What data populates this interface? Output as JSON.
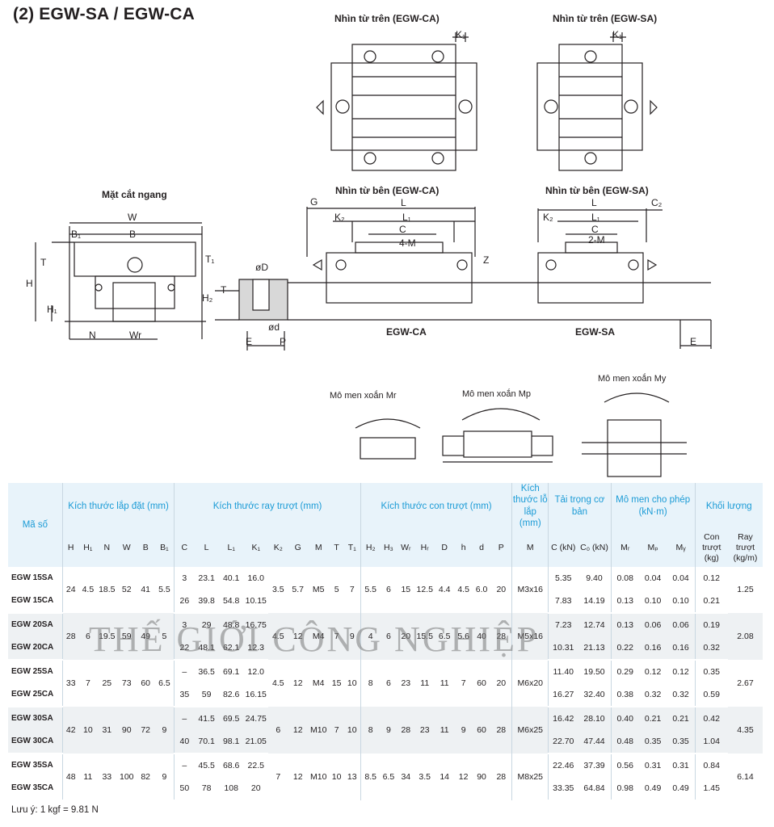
{
  "title": "(2) EGW-SA / EGW-CA",
  "views": {
    "top_ca": "Nhìn từ trên (EGW-CA)",
    "top_sa": "Nhìn từ trên (EGW-SA)",
    "side_ca": "Nhìn từ bên (EGW-CA)",
    "side_sa": "Nhìn từ bên (EGW-SA)",
    "cross": "Mặt cắt ngang",
    "label_ca": "EGW-CA",
    "label_sa": "EGW-SA"
  },
  "dim_labels": {
    "W": "W",
    "B1": "B₁",
    "B": "B",
    "T": "T",
    "T1": "T₁",
    "H": "H",
    "H1": "H₁",
    "N": "N",
    "Wr": "Wr",
    "K1": "K₁",
    "G": "G",
    "L": "L",
    "L1": "L₁",
    "K2": "K₂",
    "C": "C",
    "C2": "C₂",
    "4M": "4-M",
    "2M": "2-M",
    "Z": "Z",
    "D": "øD",
    "d": "ød",
    "H2": "H₂",
    "E": "E",
    "P": "P",
    "T_small": "T"
  },
  "moments": {
    "mr": "Mô men xoắn Mr",
    "mp": "Mô men xoắn Mp",
    "my": "Mô men xoắn My"
  },
  "table": {
    "header_model": "Mã số",
    "group_install": "Kích thước lắp đặt (mm)",
    "group_rail": "Kích thước ray trượt (mm)",
    "group_block": "Kích thước con trượt (mm)",
    "group_bolt": "Kích thước lỗ lắp (mm)",
    "group_load": "Tải trọng cơ bản",
    "group_moment": "Mô men cho phép (kN·m)",
    "group_weight": "Khối lượng",
    "sub": [
      "H",
      "H₁",
      "N",
      "W",
      "B",
      "B₁",
      "C",
      "L",
      "L₁",
      "K₁",
      "K₂",
      "G",
      "M",
      "T",
      "T₁",
      "H₂",
      "H₃",
      "Wᵣ",
      "Hᵣ",
      "D",
      "h",
      "d",
      "P",
      "M",
      "C (kN)",
      "C₀ (kN)",
      "Mᵣ",
      "Mₚ",
      "Mᵧ",
      "Con trượt (kg)",
      "Ray trượt (kg/m)"
    ],
    "rows": [
      {
        "model": "EGW 15SA",
        "C": "3",
        "L": "23.1",
        "L1": "40.1",
        "K1": "16.0",
        "Cdyn": "5.35",
        "C0": "9.40",
        "Mr": "0.08",
        "Mp": "0.04",
        "My": "0.04",
        "wblock": "0.12"
      },
      {
        "model": "EGW 15CA",
        "C": "26",
        "L": "39.8",
        "L1": "54.8",
        "K1": "10.15",
        "Cdyn": "7.83",
        "C0": "14.19",
        "Mr": "0.13",
        "Mp": "0.10",
        "My": "0.10",
        "wblock": "0.21"
      },
      {
        "model": "EGW 20SA",
        "C": "3",
        "L": "29",
        "L1": "48.8",
        "K1": "16.75",
        "Cdyn": "7.23",
        "C0": "12.74",
        "Mr": "0.13",
        "Mp": "0.06",
        "My": "0.06",
        "wblock": "0.19"
      },
      {
        "model": "EGW 20CA",
        "C": "22",
        "L": "48.1",
        "L1": "62.1",
        "K1": "12.3",
        "Cdyn": "10.31",
        "C0": "21.13",
        "Mr": "0.22",
        "Mp": "0.16",
        "My": "0.16",
        "wblock": "0.32"
      },
      {
        "model": "EGW 25SA",
        "C": "–",
        "L": "36.5",
        "L1": "69.1",
        "K1": "12.0",
        "Cdyn": "11.40",
        "C0": "19.50",
        "Mr": "0.29",
        "Mp": "0.12",
        "My": "0.12",
        "wblock": "0.35"
      },
      {
        "model": "EGW 25CA",
        "C": "35",
        "L": "59",
        "L1": "82.6",
        "K1": "16.15",
        "Cdyn": "16.27",
        "C0": "32.40",
        "Mr": "0.38",
        "Mp": "0.32",
        "My": "0.32",
        "wblock": "0.59"
      },
      {
        "model": "EGW 30SA",
        "C": "–",
        "L": "41.5",
        "L1": "69.5",
        "K1": "24.75",
        "Cdyn": "16.42",
        "C0": "28.10",
        "Mr": "0.40",
        "Mp": "0.21",
        "My": "0.21",
        "wblock": "0.42"
      },
      {
        "model": "EGW 30CA",
        "C": "40",
        "L": "70.1",
        "L1": "98.1",
        "K1": "21.05",
        "Cdyn": "22.70",
        "C0": "47.44",
        "Mr": "0.48",
        "Mp": "0.35",
        "My": "0.35",
        "wblock": "1.04"
      },
      {
        "model": "EGW 35SA",
        "C": "–",
        "L": "45.5",
        "L1": "68.6",
        "K1": "22.5",
        "Cdyn": "22.46",
        "C0": "37.39",
        "Mr": "0.56",
        "Mp": "0.31",
        "My": "0.31",
        "wblock": "0.84"
      },
      {
        "model": "EGW 35CA",
        "C": "50",
        "L": "78",
        "L1": "108",
        "K1": "20",
        "Cdyn": "33.35",
        "C0": "64.84",
        "Mr": "0.98",
        "Mp": "0.49",
        "My": "0.49",
        "wblock": "1.45"
      }
    ],
    "shared": [
      {
        "H": "24",
        "H1": "4.5",
        "N": "18.5",
        "W": "52",
        "B": "41",
        "B1": "5.5",
        "K2": "3.5",
        "G": "5.7",
        "M": "M5",
        "T": "5",
        "T1": "7",
        "H2": "5.5",
        "H3": "6",
        "Wr": "15",
        "Hr": "12.5",
        "D": "4.4",
        "h": "4.5",
        "d": "6.0",
        "P": "20",
        "bolt": "M3x16",
        "wrail": "1.25"
      },
      {
        "H": "28",
        "H1": "6",
        "N": "19.5",
        "W": "59",
        "B": "49",
        "B1": "5",
        "K2": "4.5",
        "G": "12",
        "M": "M4",
        "T": "7",
        "T1": "9",
        "H2": "4",
        "H3": "6",
        "Wr": "20",
        "Hr": "15.5",
        "D": "6.5",
        "h": "5.6",
        "d": "40",
        "P": "28",
        "bolt": "M5x16",
        "wrail": "2.08"
      },
      {
        "H": "33",
        "H1": "7",
        "N": "25",
        "W": "73",
        "B": "60",
        "B1": "6.5",
        "K2": "4.5",
        "G": "12",
        "M": "M4",
        "T": "15",
        "T1": "10",
        "H2": "8",
        "H3": "6",
        "Wr": "23",
        "Hr": "11",
        "D": "11",
        "h": "7",
        "d": "60",
        "P": "20",
        "bolt": "M6x20",
        "wrail": "2.67"
      },
      {
        "H": "42",
        "H1": "10",
        "N": "31",
        "W": "90",
        "B": "72",
        "B1": "9",
        "K2": "6",
        "G": "12",
        "M": "M10",
        "T": "7",
        "T1": "10",
        "H2": "8",
        "H3": "9",
        "Wr": "28",
        "Hr": "23",
        "D": "11",
        "h": "9",
        "d": "60",
        "P": "28",
        "bolt": "M6x25",
        "wrail": "4.35"
      },
      {
        "H": "48",
        "H1": "11",
        "N": "33",
        "W": "100",
        "B": "82",
        "B1": "9",
        "K2": "7",
        "G": "12",
        "M": "M10",
        "T": "10",
        "T1": "13",
        "H2": "8.5",
        "H3": "6.5",
        "Wr": "34",
        "Hr": "3.5",
        "D": "14",
        "h": "12",
        "d": "90",
        "P": "28",
        "bolt": "M8x25",
        "wrail": "6.14"
      }
    ]
  },
  "watermark": "THẾ GIỚI CÔNG NGHIỆP",
  "note": "Lưu ý: 1 kgf = 9.81 N"
}
